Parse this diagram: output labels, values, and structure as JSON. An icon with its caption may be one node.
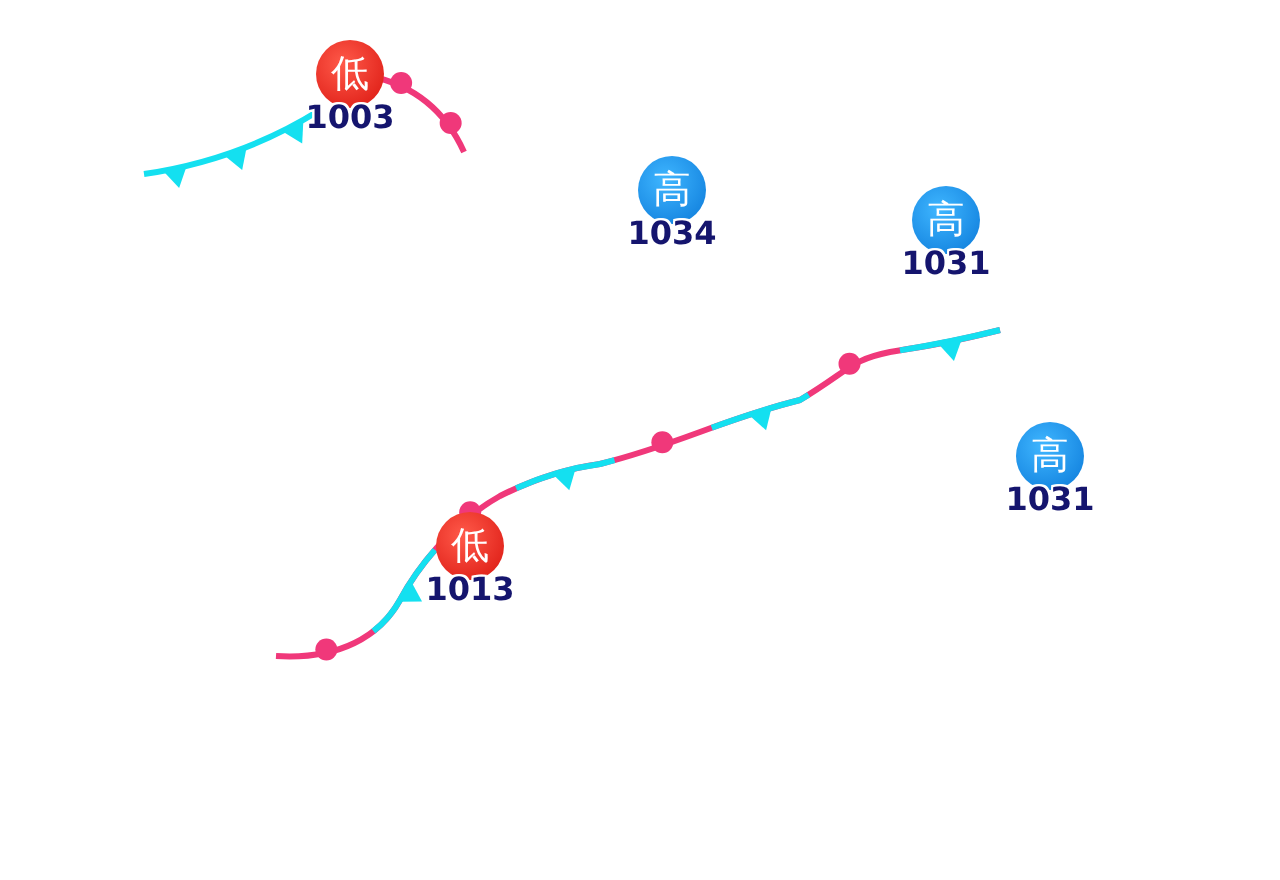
{
  "diagram": {
    "nodes": [
      {
        "text": [
          "低"
        ],
        "beside": [
          "1003"
        ]
      },
      {
        "text": [
          "高"
        ],
        "beside": [
          "1034"
        ]
      },
      {
        "text": [
          "高"
        ],
        "beside": [
          "1031"
        ]
      },
      {
        "text": [
          "高"
        ],
        "beside": [
          "1031"
        ]
      },
      {
        "text": [
          "低"
        ],
        "beside": [
          "1013"
        ]
      }
    ]
  }
}
